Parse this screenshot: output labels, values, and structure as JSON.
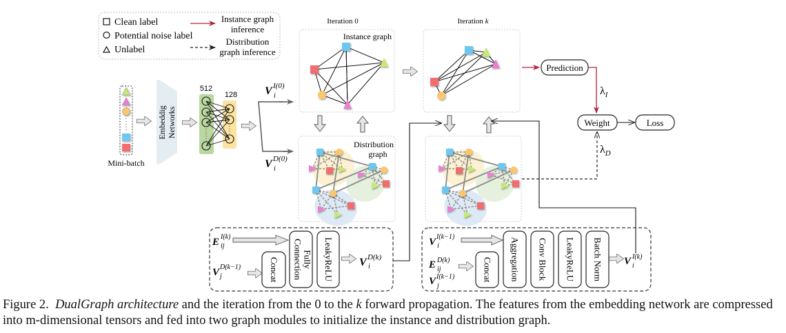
{
  "legend": {
    "clean_label": "Clean label",
    "noise_label": "Potential noise label",
    "unlabel": "Unlabel",
    "instance_inference_1": "Instance graph",
    "instance_inference_2": "inference",
    "distribution_inference_1": "Distribution",
    "distribution_inference_2": "graph inference"
  },
  "input": {
    "mini_batch": "Mini-batch",
    "embedding_1": "Embeddig",
    "embedding_2": "Networks",
    "layer1_size": "512",
    "layer2_size": "128"
  },
  "vectors": {
    "v_instance_0": "V",
    "v_instance_0_sup": "I(0)",
    "v_instance_0_sub": "i",
    "v_dist_0": "V",
    "v_dist_0_sup": "D(0)",
    "v_dist_0_sub": "i"
  },
  "iteration0": {
    "title": "Iteration 0",
    "instance_graph": "Instance graph",
    "distribution_graph_1": "Distribution",
    "distribution_graph_2": "graph"
  },
  "iterationk": {
    "title_prefix": "Iteration ",
    "title_var": "k"
  },
  "outputs": {
    "prediction": "Prediction",
    "weight": "Weight",
    "loss": "Loss",
    "lambda_i": "λ",
    "lambda_i_sub": "I",
    "lambda_d": "λ",
    "lambda_d_sub": "D"
  },
  "module_distribution": {
    "in_edge": "E",
    "in_edge_sup": "I(k)",
    "in_edge_sub": "ij",
    "in_vec": "V",
    "in_vec_sup": "D(k−1)",
    "in_vec_sub": "j",
    "blocks": [
      "Concat",
      "Fully Connection",
      "LeakyReLU"
    ],
    "out_vec": "V",
    "out_vec_sup": "D(k)",
    "out_vec_sub": "i"
  },
  "module_instance": {
    "in_vec1": "V",
    "in_vec1_sup": "I(k−1)",
    "in_vec1_sub": "i",
    "in_edge": "E",
    "in_edge_sup": "D(k)",
    "in_edge_sub": "ij",
    "in_vec2": "V",
    "in_vec2_sup": "I(k−1)",
    "in_vec2_sub": "j",
    "blocks": [
      "Concat",
      "Aggregation",
      "Conv Block",
      "LeakyReLU",
      "Batch Norm"
    ],
    "out_vec": "V",
    "out_vec_sup": "I(k)",
    "out_vec_sub": "i"
  },
  "colors": {
    "clean_blue": "#6cc8f0",
    "noise_orange": "#fcc66a",
    "unlabel_green": "#c5ea72",
    "unlabel_pink": "#ec7fd0",
    "clean_red": "#f26e6e",
    "instance_arrow": "#b0203c",
    "layer1_bg": "#b9d79f",
    "layer2_bg": "#fbe3a1",
    "embed_bg": "#e4eef2",
    "cluster_yellow": "#fcf1d2",
    "cluster_green": "#e6f0de",
    "cluster_blue": "#dde9f5"
  },
  "caption": {
    "prefix": "Figure 2.",
    "title": "DualGraph architecture",
    "text1": " and the iteration from the 0 to the ",
    "k": "k",
    "text2": " forward propagation. The features from the embedding network are compressed into m-dimensional tensors and fed into two graph modules to initialize the instance and distribution graph."
  }
}
